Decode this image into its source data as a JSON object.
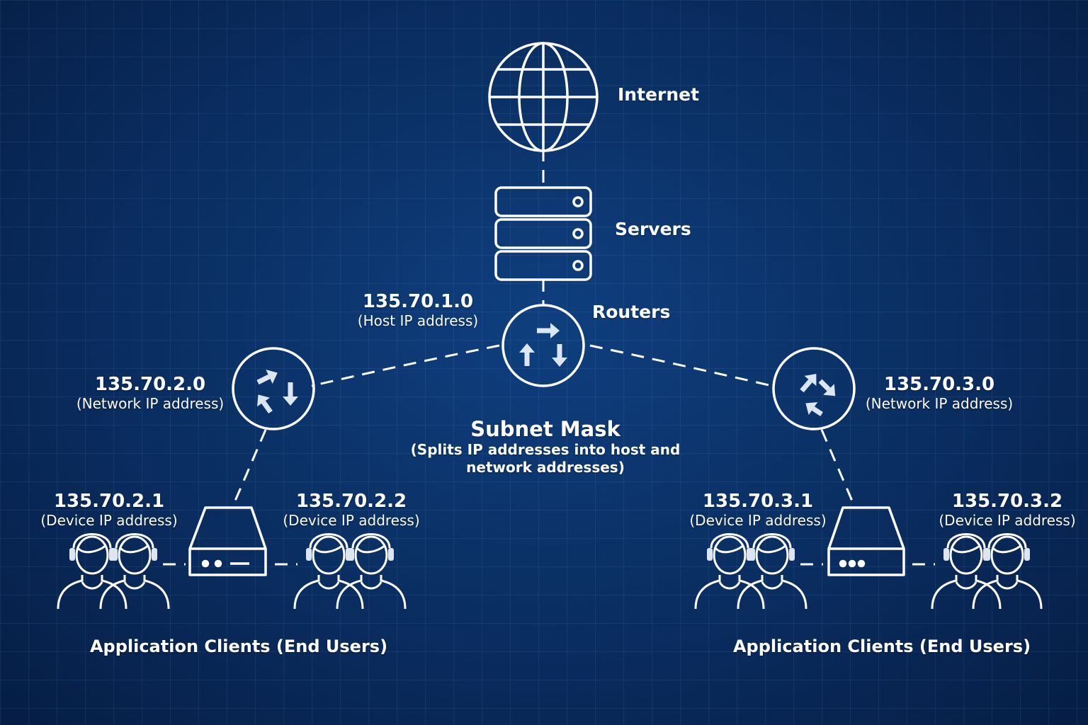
{
  "nodes": {
    "internet": "Internet",
    "servers": "Servers",
    "routers": "Routers"
  },
  "addresses": {
    "host": {
      "ip": "135.70.1.0",
      "desc": "(Host IP address)"
    },
    "net2": {
      "ip": "135.70.2.0",
      "desc": "(Network IP address)"
    },
    "net3": {
      "ip": "135.70.3.0",
      "desc": "(Network IP address)"
    },
    "dev21": {
      "ip": "135.70.2.1",
      "desc": "(Device IP address)"
    },
    "dev22": {
      "ip": "135.70.2.2",
      "desc": "(Device IP address)"
    },
    "dev31": {
      "ip": "135.70.3.1",
      "desc": "(Device IP address)"
    },
    "dev32": {
      "ip": "135.70.3.2",
      "desc": "(Device IP address)"
    }
  },
  "subnet": {
    "title": "Subnet Mask",
    "line1": "(Splits IP addresses into host and",
    "line2": "network addresses)"
  },
  "clients": {
    "left": "Application Clients (End Users)",
    "right": "Application Clients (End Users)"
  },
  "colors": {
    "background": "#0b3268",
    "line": "#ffffff",
    "icon_fill": "#dce6f2"
  },
  "icons": {
    "internet": "globe-icon",
    "servers": "server-rack-icon",
    "routers": "router-icon",
    "switches": "switch-icon",
    "users": "user-headset-icon"
  }
}
